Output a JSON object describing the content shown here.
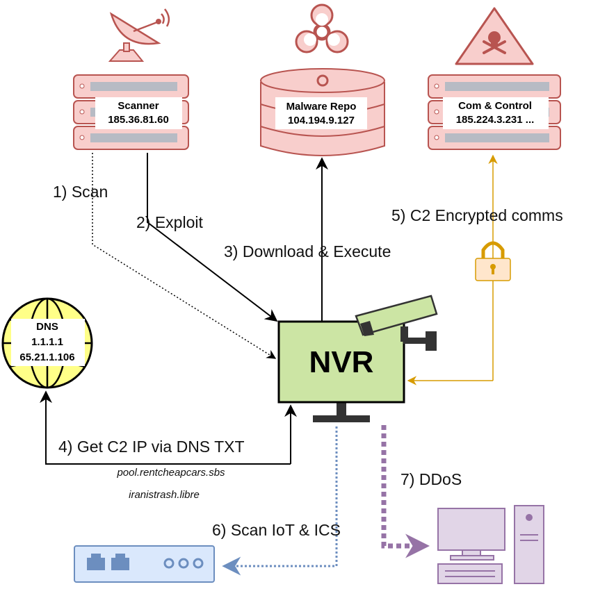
{
  "nodes": {
    "scanner": {
      "name": "Scanner",
      "ip": "185.36.81.60"
    },
    "malware_repo": {
      "name": "Malware Repo",
      "ip": "104.194.9.127"
    },
    "c2": {
      "name": "Com & Control",
      "ip": "185.224.3.231 ..."
    },
    "dns": {
      "name": "DNS",
      "ip1": "1.1.1.1",
      "ip2": "65.21.1.106"
    },
    "nvr": {
      "name": "NVR"
    }
  },
  "steps": {
    "scan": "1) Scan",
    "exploit": "2) Exploit",
    "download": "3) Download & Execute",
    "dns_txt": "4) Get C2 IP via DNS TXT",
    "c2_comms": "5) C2 Encrypted comms",
    "scan_iot": "6) Scan IoT & ICS",
    "ddos": "7) DDoS"
  },
  "domains": [
    "pool.rentcheapcars.sbs",
    "iranistrash.libre"
  ],
  "colors": {
    "server_fill": "#f8cecc",
    "server_stroke": "#b85450",
    "nvr_fill": "#cce5a4",
    "dns_fill": "#ffff88",
    "c2_line": "#d79b00",
    "iot_line": "#6c8ebf",
    "ddos_line": "#9673a6"
  },
  "icons": [
    "satellite-dish-icon",
    "biohazard-icon",
    "skull-warning-icon",
    "globe-icon",
    "cctv-camera-icon",
    "padlock-icon",
    "router-device-icon",
    "desktop-computer-icon"
  ]
}
